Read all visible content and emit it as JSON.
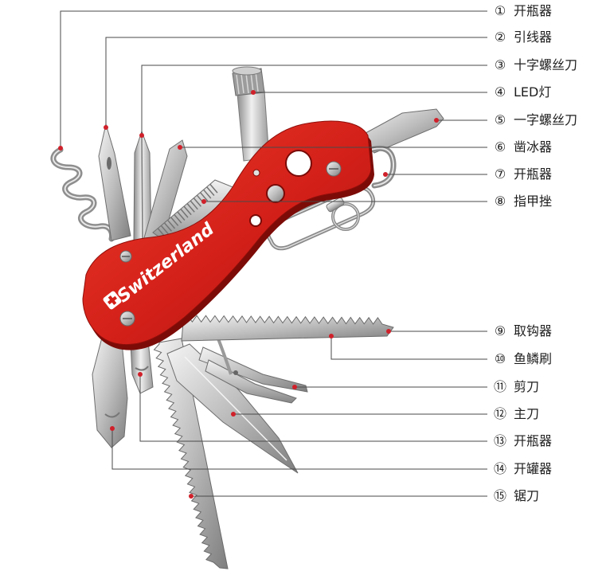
{
  "brand": {
    "handle_text": "Switzerland"
  },
  "callouts": [
    {
      "number": "①",
      "text": "开瓶器"
    },
    {
      "number": "②",
      "text": "引线器"
    },
    {
      "number": "③",
      "text": "十字螺丝刀"
    },
    {
      "number": "④",
      "text": "LED灯"
    },
    {
      "number": "⑤",
      "text": "一字螺丝刀"
    },
    {
      "number": "⑥",
      "text": "凿冰器"
    },
    {
      "number": "⑦",
      "text": "开瓶器"
    },
    {
      "number": "⑧",
      "text": "指甲挫"
    },
    {
      "number": "⑨",
      "text": "取钩器"
    },
    {
      "number": "⑩",
      "text": "鱼鳞刷"
    },
    {
      "number": "⑪",
      "text": "剪刀"
    },
    {
      "number": "⑫",
      "text": "主刀"
    },
    {
      "number": "⑬",
      "text": "开瓶器"
    },
    {
      "number": "⑭",
      "text": "开罐器"
    },
    {
      "number": "⑮",
      "text": "锯刀"
    }
  ],
  "colors": {
    "handle_red": "#d21f18",
    "callout_dot": "#d0202a",
    "callout_line": "#4a4a4a"
  }
}
